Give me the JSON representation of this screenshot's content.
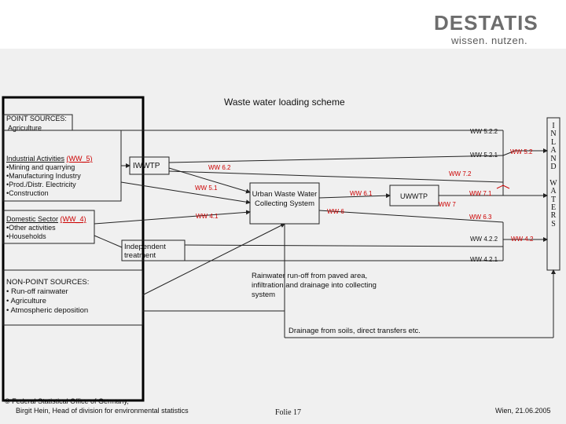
{
  "logo": {
    "word": "DESTATIS",
    "tagline": "wissen. nutzen."
  },
  "title": "Waste water loading scheme",
  "point_sources": {
    "heading": "POINT SOURCES:",
    "agriculture": "Agriculture",
    "industrial_heading": "Industrial Activities",
    "industrial_code": "(WW_5)",
    "industrial_items": [
      "•Mining and quarrying",
      "•Manufacturing Industry",
      "•Prod./Distr. Electricity",
      "•Construction"
    ],
    "domestic_heading": "Domestic Sector",
    "domestic_code": "(WW_4)",
    "domestic_items": [
      "•Other activities",
      "•Households"
    ]
  },
  "nodes": {
    "iwwtp": "IWWTP",
    "independent": "Independent treatment",
    "collecting": "Urban Waste Water Collecting System",
    "uwwtp": "UWWTP"
  },
  "flow_labels": {
    "ww522": "WW 5.2.2",
    "ww521": "WW 5.2.1",
    "ww52": "WW 5.2",
    "ww62": "WW 6.2",
    "ww72": "WW 7.2",
    "ww51": "WW 5.1",
    "ww61": "WW 6.1",
    "ww71": "WW 7.1",
    "ww7": "WW 7",
    "ww41": "WW 4.1",
    "ww6": "WW 6",
    "ww63": "WW 6.3",
    "ww422": "WW 4.2.2",
    "ww42": "WW 4.2",
    "ww421": "WW 4.2.1"
  },
  "non_point": {
    "heading": "NON-POINT SOURCES:",
    "items": [
      "• Run-off rainwater",
      "• Agriculture",
      "• Atmospheric deposition"
    ]
  },
  "rainwater_text": [
    "Rainwater run-off from paved area,",
    "infiltration and drainage into collecting",
    "system"
  ],
  "drainage_text": "Drainage from soils, direct transfers etc.",
  "inland_waters": [
    "I",
    "N",
    "L",
    "A",
    "N",
    "D",
    "",
    "W",
    "A",
    "T",
    "E",
    "R",
    "S"
  ],
  "footer": {
    "copyright": "© Federal Statistical Office of Germany,",
    "author": "Birgit Hein, Head of division for environmental statistics",
    "folie": "Folie 17",
    "date": "Wien, 21.06.2005"
  }
}
